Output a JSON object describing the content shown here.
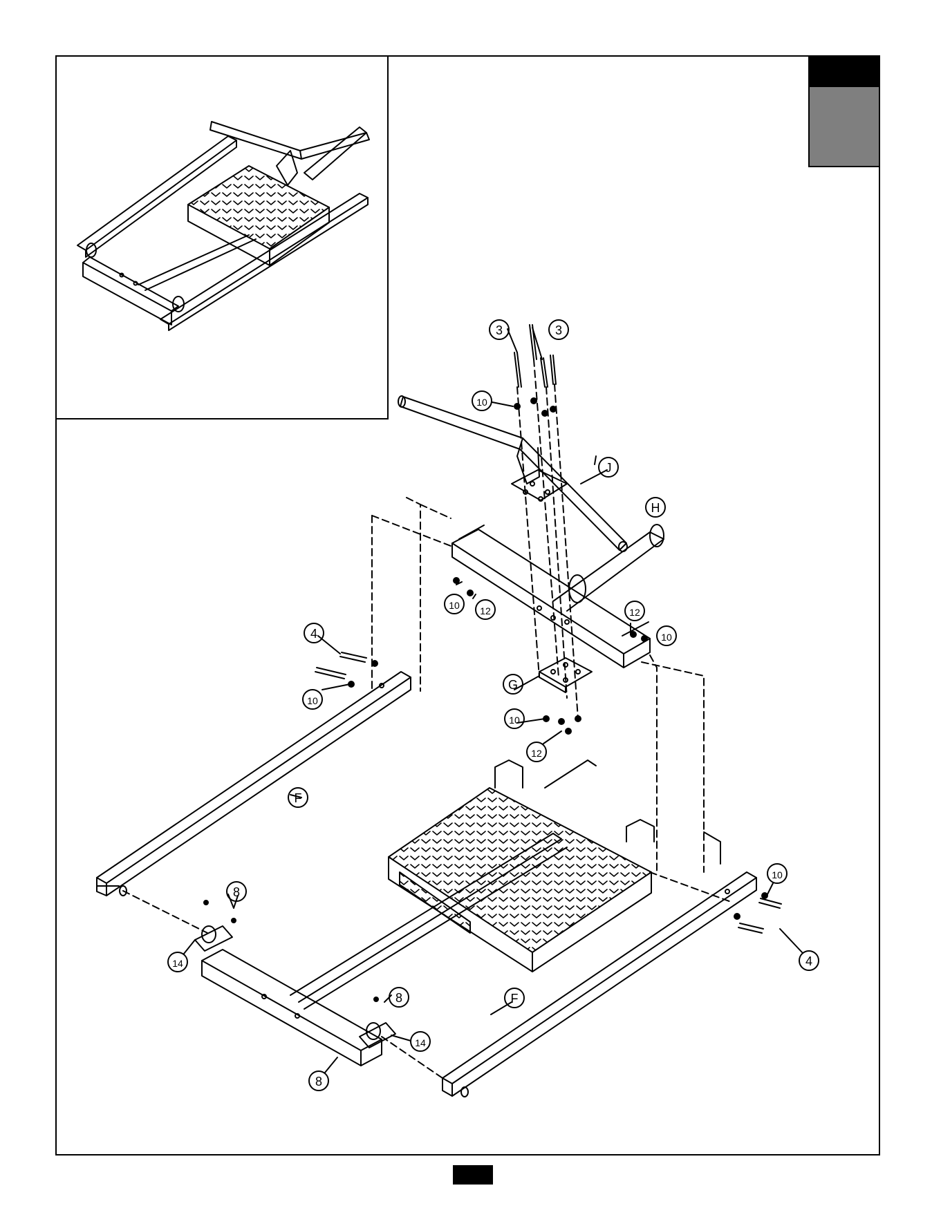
{
  "callouts": {
    "h": "H",
    "j": "J",
    "g": "G",
    "f": "F",
    "n3": "3",
    "n4": "4",
    "n8": "8",
    "n10": "10",
    "n12": "12",
    "n14": "14"
  },
  "colors": {
    "ink": "#000000",
    "tab_gray": "#7f7f7f",
    "paper": "#ffffff"
  }
}
